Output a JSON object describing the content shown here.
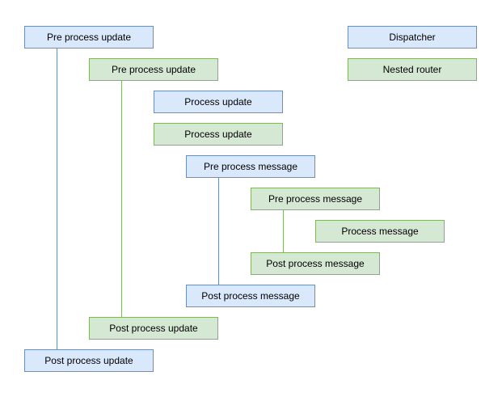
{
  "diagram": {
    "colors": {
      "blue_fill": "#dae8fc",
      "blue_border": "#6c8ebf",
      "green_fill": "#d5e8d4",
      "green_border": "#82b366"
    },
    "nodes": [
      {
        "label": "Pre process update",
        "kind": "blue"
      },
      {
        "label": "Dispatcher",
        "kind": "blue"
      },
      {
        "label": "Pre process update",
        "kind": "green"
      },
      {
        "label": "Nested router",
        "kind": "green"
      },
      {
        "label": "Process update",
        "kind": "blue"
      },
      {
        "label": "Process update",
        "kind": "green"
      },
      {
        "label": "Pre process message",
        "kind": "blue"
      },
      {
        "label": "Pre process message",
        "kind": "green"
      },
      {
        "label": "Process message",
        "kind": "green"
      },
      {
        "label": "Post process message",
        "kind": "green"
      },
      {
        "label": "Post process message",
        "kind": "blue"
      },
      {
        "label": "Post process update",
        "kind": "green"
      },
      {
        "label": "Post process update",
        "kind": "blue"
      }
    ],
    "edges": [
      {
        "from": "Pre process update (dispatcher)",
        "to": "Post process update (dispatcher)",
        "color": "blue"
      },
      {
        "from": "Pre process update (router)",
        "to": "Post process update (router)",
        "color": "green"
      },
      {
        "from": "Pre process message (dispatcher)",
        "to": "Post process message (dispatcher)",
        "color": "blue"
      },
      {
        "from": "Pre process message (router)",
        "to": "Post process message (router)",
        "color": "green"
      }
    ]
  }
}
